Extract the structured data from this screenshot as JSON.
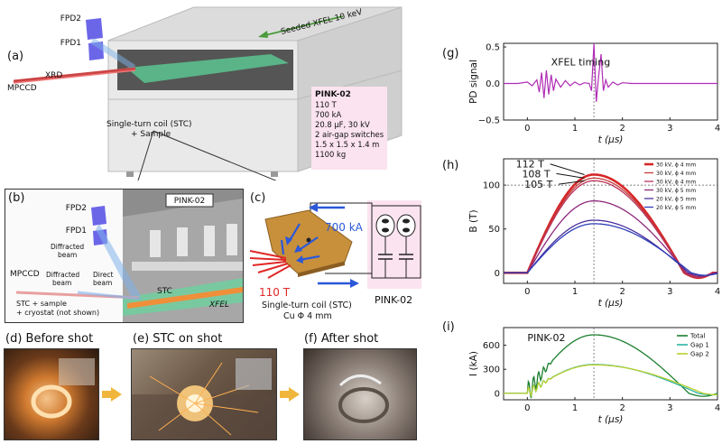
{
  "panels": {
    "a": {
      "label": "(a)",
      "fpd2": "FPD2",
      "fpd1": "FPD1",
      "xrd": "XRD",
      "mpccd": "MPCCD",
      "xfel_arrow": "Seeded XFEL 10 keV",
      "stc": "Single-turn coil (STC)",
      "stc2": "+ Sample",
      "spec_title": "PINK-02",
      "spec_lines": [
        "110 T",
        "700 kA",
        "20.8 μF, 30 kV",
        "2 air-gap switches",
        "1.5 x 1.5 x 1.4 m",
        "1100 kg"
      ]
    },
    "b": {
      "label": "(b)",
      "fpd2": "FPD2",
      "fpd1": "FPD1",
      "diffracted_beam1": "Diffracted",
      "beam1": "beam",
      "mpccd": "MPCCD",
      "diffracted_beam2": "Diffracted",
      "beam2": "beam",
      "direct": "Direct",
      "direct_beam": "beam",
      "pink": "PINK-02",
      "stc": "STC",
      "sample": "STC + sample",
      "cryostat": "+ cryostat (not shown)",
      "xfel": "XFEL"
    },
    "c": {
      "label": "(c)",
      "current": "700 kA",
      "field": "110 T",
      "coil1": "Single-turn coil (STC)",
      "coil2": "Cu Φ 4 mm",
      "pink": "PINK-02"
    },
    "d": {
      "label": "(d) Before shot"
    },
    "e": {
      "label": "(e) STC on shot"
    },
    "f": {
      "label": "(f) After shot"
    },
    "g": {
      "label": "(g)",
      "annotation": "XFEL timing"
    },
    "h": {
      "label": "(h)",
      "annotations": [
        "112 T",
        "108 T",
        "105 T"
      ]
    },
    "i": {
      "label": "(i)",
      "annotation": "PINK-02"
    }
  },
  "chart_data": [
    {
      "type": "line",
      "panel": "g",
      "xlabel": "t (μs)",
      "ylabel": "PD signal",
      "xlim": [
        -0.5,
        4
      ],
      "ylim": [
        -0.5,
        0.55
      ],
      "xticks": [
        "0",
        "1",
        "2",
        "3",
        "4"
      ],
      "yticks": [
        "−0.5",
        "0.0",
        "0.5"
      ],
      "vline": 1.4,
      "color": "#b02cb5",
      "series": [
        {
          "x": [
            -0.5,
            -0.2,
            0.0,
            0.1,
            0.2,
            0.25,
            0.3,
            0.35,
            0.4,
            0.45,
            0.5,
            0.55,
            0.6,
            0.7,
            0.8,
            0.9,
            1.0,
            1.1,
            1.2,
            1.3,
            1.35,
            1.4,
            1.45,
            1.5,
            1.55,
            1.6,
            1.65,
            1.7,
            1.8,
            1.9,
            2.0,
            2.2,
            2.5,
            3.0,
            3.5,
            4.0
          ],
          "values": [
            0,
            0,
            0.02,
            -0.03,
            0.05,
            -0.12,
            0.15,
            -0.2,
            0.18,
            -0.15,
            0.12,
            -0.1,
            0.06,
            -0.05,
            0.04,
            -0.03,
            0.02,
            -0.02,
            0.01,
            0,
            -0.1,
            0.55,
            -0.25,
            0.1,
            0.4,
            -0.1,
            0.05,
            -0.05,
            0.02,
            -0.02,
            0.01,
            0,
            0,
            0,
            0,
            0
          ]
        }
      ]
    },
    {
      "type": "line",
      "panel": "h",
      "xlabel": "t (μs)",
      "ylabel": "B (T)",
      "xlim": [
        -0.5,
        4
      ],
      "ylim": [
        -12,
        130
      ],
      "xticks": [
        "0",
        "1",
        "2",
        "3",
        "4"
      ],
      "yticks": [
        "0",
        "50",
        "100"
      ],
      "vline": 1.4,
      "hline": 100,
      "legend": "top-right",
      "series": [
        {
          "name": "30 kV, ϕ 4 mm",
          "color": "#d62728",
          "peak": 112,
          "end": 3.3,
          "width": 2.6
        },
        {
          "name": "30 kV, ϕ 4 mm",
          "color": "#c43a3a",
          "peak": 108,
          "end": 3.3,
          "width": 1.3
        },
        {
          "name": "30 kV, ϕ 4 mm",
          "color": "#b8325a",
          "peak": 105,
          "end": 3.3,
          "width": 1.3
        },
        {
          "name": "30 kV, ϕ 5 mm",
          "color": "#8e2a7a",
          "peak": 82,
          "end": 3.35,
          "width": 1.3
        },
        {
          "name": "20 kV, ϕ 5 mm",
          "color": "#4a2f9e",
          "peak": 60,
          "end": 3.4,
          "width": 1.3
        },
        {
          "name": "20 kV, ϕ 5 mm",
          "color": "#2f3fb8",
          "peak": 56,
          "end": 3.45,
          "width": 1.3
        }
      ]
    },
    {
      "type": "line",
      "panel": "i",
      "xlabel": "t (μs)",
      "ylabel": "I (kA)",
      "xlim": [
        -0.5,
        4
      ],
      "ylim": [
        -80,
        820
      ],
      "xticks": [
        "0",
        "1",
        "2",
        "3",
        "4"
      ],
      "yticks": [
        "0",
        "300",
        "600"
      ],
      "vline": 1.4,
      "legend": "top-right",
      "series": [
        {
          "name": "Total",
          "color": "#1b7f2e",
          "peak": 730,
          "end": 3.4
        },
        {
          "name": "Gap 1",
          "color": "#2bb3a3",
          "peak": 360,
          "end": 3.6
        },
        {
          "name": "Gap 2",
          "color": "#b9cf2e",
          "peak": 355,
          "end": 3.7
        }
      ]
    }
  ]
}
